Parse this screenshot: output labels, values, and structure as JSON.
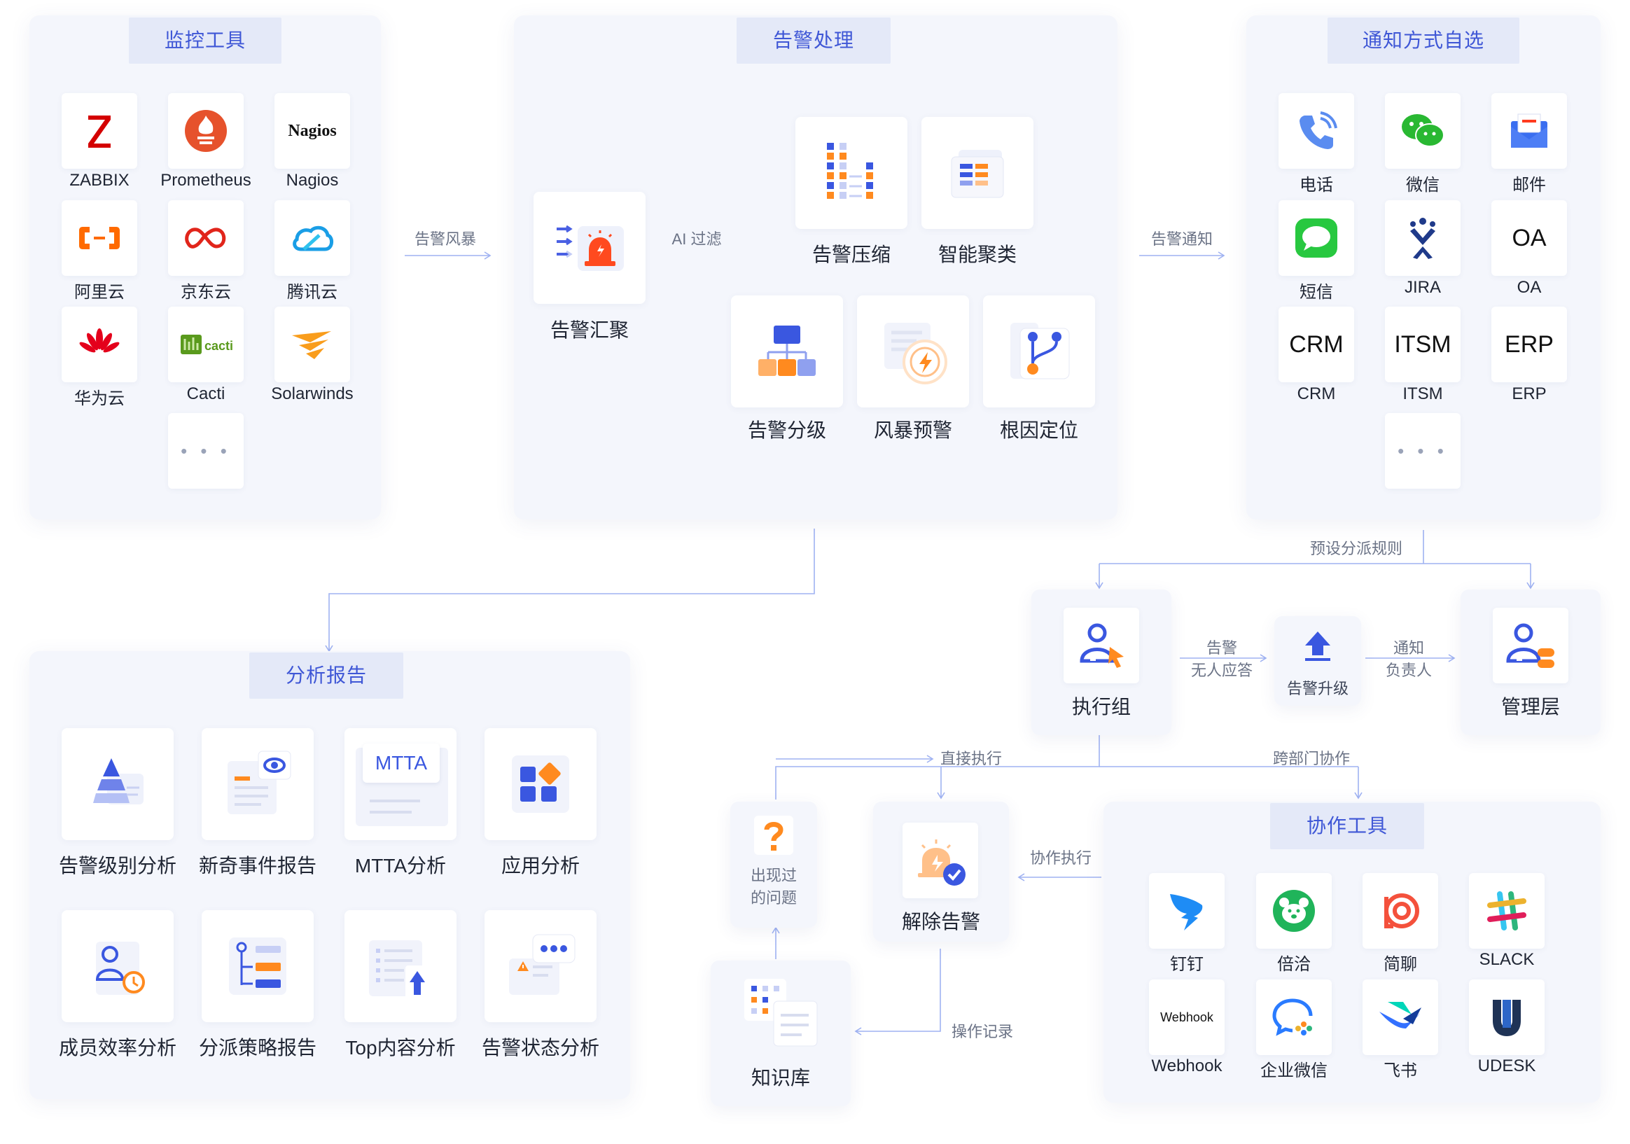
{
  "monitor": {
    "title": "监控工具",
    "items": [
      {
        "label": "ZABBIX",
        "icon": "zabbix-icon"
      },
      {
        "label": "Prometheus",
        "icon": "prometheus-icon"
      },
      {
        "label": "Nagios",
        "icon": "nagios-icon",
        "logo_text": "Nagios"
      },
      {
        "label": "阿里云",
        "icon": "aliyun-icon"
      },
      {
        "label": "京东云",
        "icon": "jdcloud-icon"
      },
      {
        "label": "腾讯云",
        "icon": "tencent-cloud-icon"
      },
      {
        "label": "华为云",
        "icon": "huawei-cloud-icon"
      },
      {
        "label": "Cacti",
        "icon": "cacti-icon"
      },
      {
        "label": "Solarwinds",
        "icon": "solarwinds-icon"
      }
    ],
    "more": "• • •"
  },
  "alert_processing": {
    "title": "告警处理",
    "aggregate": "告警汇聚",
    "ai_filter": "AI 过滤",
    "top_features": [
      "告警压缩",
      "智能聚类"
    ],
    "bottom_features": [
      "告警分级",
      "风暴预警",
      "根因定位"
    ]
  },
  "notify": {
    "title": "通知方式自选",
    "items": [
      {
        "label": "电话",
        "icon": "phone-icon"
      },
      {
        "label": "微信",
        "icon": "wechat-icon"
      },
      {
        "label": "邮件",
        "icon": "mail-icon"
      },
      {
        "label": "短信",
        "icon": "sms-icon"
      },
      {
        "label": "JIRA",
        "icon": "jira-icon"
      },
      {
        "label": "OA",
        "icon": "oa-icon",
        "logo_text": "OA"
      },
      {
        "label": "CRM",
        "icon": "crm-icon",
        "logo_text": "CRM"
      },
      {
        "label": "ITSM",
        "icon": "itsm-icon",
        "logo_text": "ITSM"
      },
      {
        "label": "ERP",
        "icon": "erp-icon",
        "logo_text": "ERP"
      }
    ],
    "more": "• • •"
  },
  "edges": {
    "storm": "告警风暴",
    "notify": "告警通知",
    "preset_rules": "预设分派规则",
    "no_response_1": "告警",
    "no_response_2": "无人应答",
    "notify_owner_1": "通知",
    "notify_owner_2": "负责人",
    "direct_exec": "直接执行",
    "cross_dept": "跨部门协作",
    "collab_exec": "协作执行",
    "op_record": "操作记录"
  },
  "analysis": {
    "title": "分析报告",
    "items": [
      "告警级别分析",
      "新奇事件报告",
      "MTTA分析",
      "应用分析",
      "成员效率分析",
      "分派策略报告",
      "Top内容分析",
      "告警状态分析"
    ],
    "mtta_logo": "MTTA"
  },
  "flow": {
    "exec_group": "执行组",
    "escalate": "告警升级",
    "management": "管理层",
    "issue_1": "出现过",
    "issue_2": "的问题",
    "resolve": "解除告警",
    "kb": "知识库"
  },
  "collab": {
    "title": "协作工具",
    "items": [
      {
        "label": "钉钉",
        "icon": "dingtalk-icon"
      },
      {
        "label": "倍洽",
        "icon": "bearychat-icon"
      },
      {
        "label": "简聊",
        "icon": "jianliao-icon"
      },
      {
        "label": "SLACK",
        "icon": "slack-icon"
      },
      {
        "label": "Webhook",
        "icon": "webhook-icon",
        "logo_text": "Webhook"
      },
      {
        "label": "企业微信",
        "icon": "wecom-icon"
      },
      {
        "label": "飞书",
        "icon": "feishu-icon"
      },
      {
        "label": "UDESK",
        "icon": "udesk-icon"
      }
    ]
  },
  "colors": {
    "accent": "#3f57d6",
    "orange": "#ff8a1f",
    "red": "#ff3b1f",
    "panel": "#f4f6fc"
  }
}
